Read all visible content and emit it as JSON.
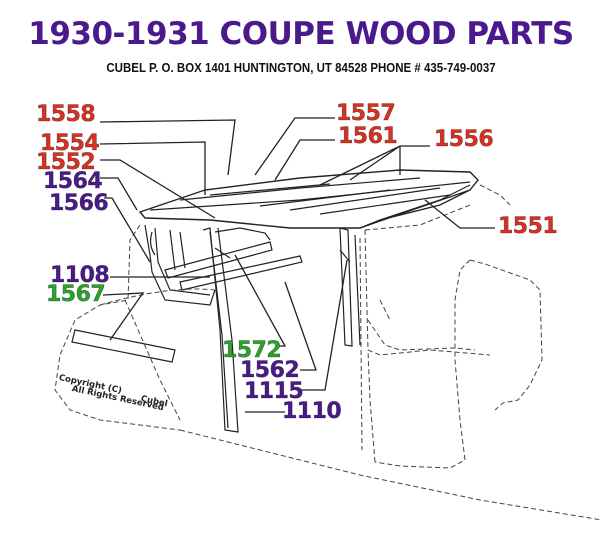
{
  "header": {
    "title": "1930-1931 COUPE WOOD PARTS",
    "subtitle": "CUBEL  P. O. BOX 1401  HUNTINGTON, UT 84528  PHONE # 435-749-0037",
    "title_color": "#4a1a8c"
  },
  "colors": {
    "red": "#d93020",
    "purple": "#4a1a8c",
    "green": "#2aa32a"
  },
  "parts": {
    "p1558": "1558",
    "p1554": "1554",
    "p1552": "1552",
    "p1564": "1564",
    "p1566": "1566",
    "p1557": "1557",
    "p1561": "1561",
    "p1556": "1556",
    "p1551": "1551",
    "p1108": "1108",
    "p1567": "1567",
    "p1572": "1572",
    "p1562": "1562",
    "p1115": "1115",
    "p1110": "1110"
  },
  "copyright": {
    "line1": "Copyright (C)",
    "line2": "All Rights Reserved",
    "line3": "Cubel"
  }
}
